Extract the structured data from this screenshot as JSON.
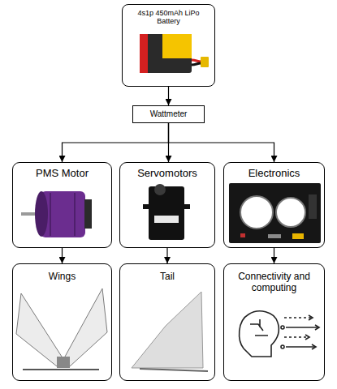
{
  "diagram": {
    "nodes": [
      {
        "text": [
          "4s1p 450mAh LiPo Battery"
        ]
      },
      {
        "text": [
          "Wattmeter"
        ]
      },
      {
        "text": [
          "PMS Motor"
        ]
      },
      {
        "text": [
          "Servomotors"
        ]
      },
      {
        "text": [
          "Electronics"
        ]
      },
      {
        "text": [
          "Wings"
        ]
      },
      {
        "text": [
          "Tail"
        ]
      },
      {
        "text": [
          "Connectivity and computing"
        ]
      }
    ],
    "edges": [
      {
        "from": 0,
        "to": 1,
        "arrow": "to"
      },
      {
        "from": 1,
        "to": 2,
        "arrow": "to"
      },
      {
        "from": 1,
        "to": 3,
        "arrow": "to"
      },
      {
        "from": 1,
        "to": 4,
        "arrow": "to"
      },
      {
        "from": 2,
        "to": 5,
        "arrow": "to"
      },
      {
        "from": 3,
        "to": 6,
        "arrow": "to"
      },
      {
        "from": 4,
        "to": 7,
        "arrow": "to"
      }
    ]
  }
}
